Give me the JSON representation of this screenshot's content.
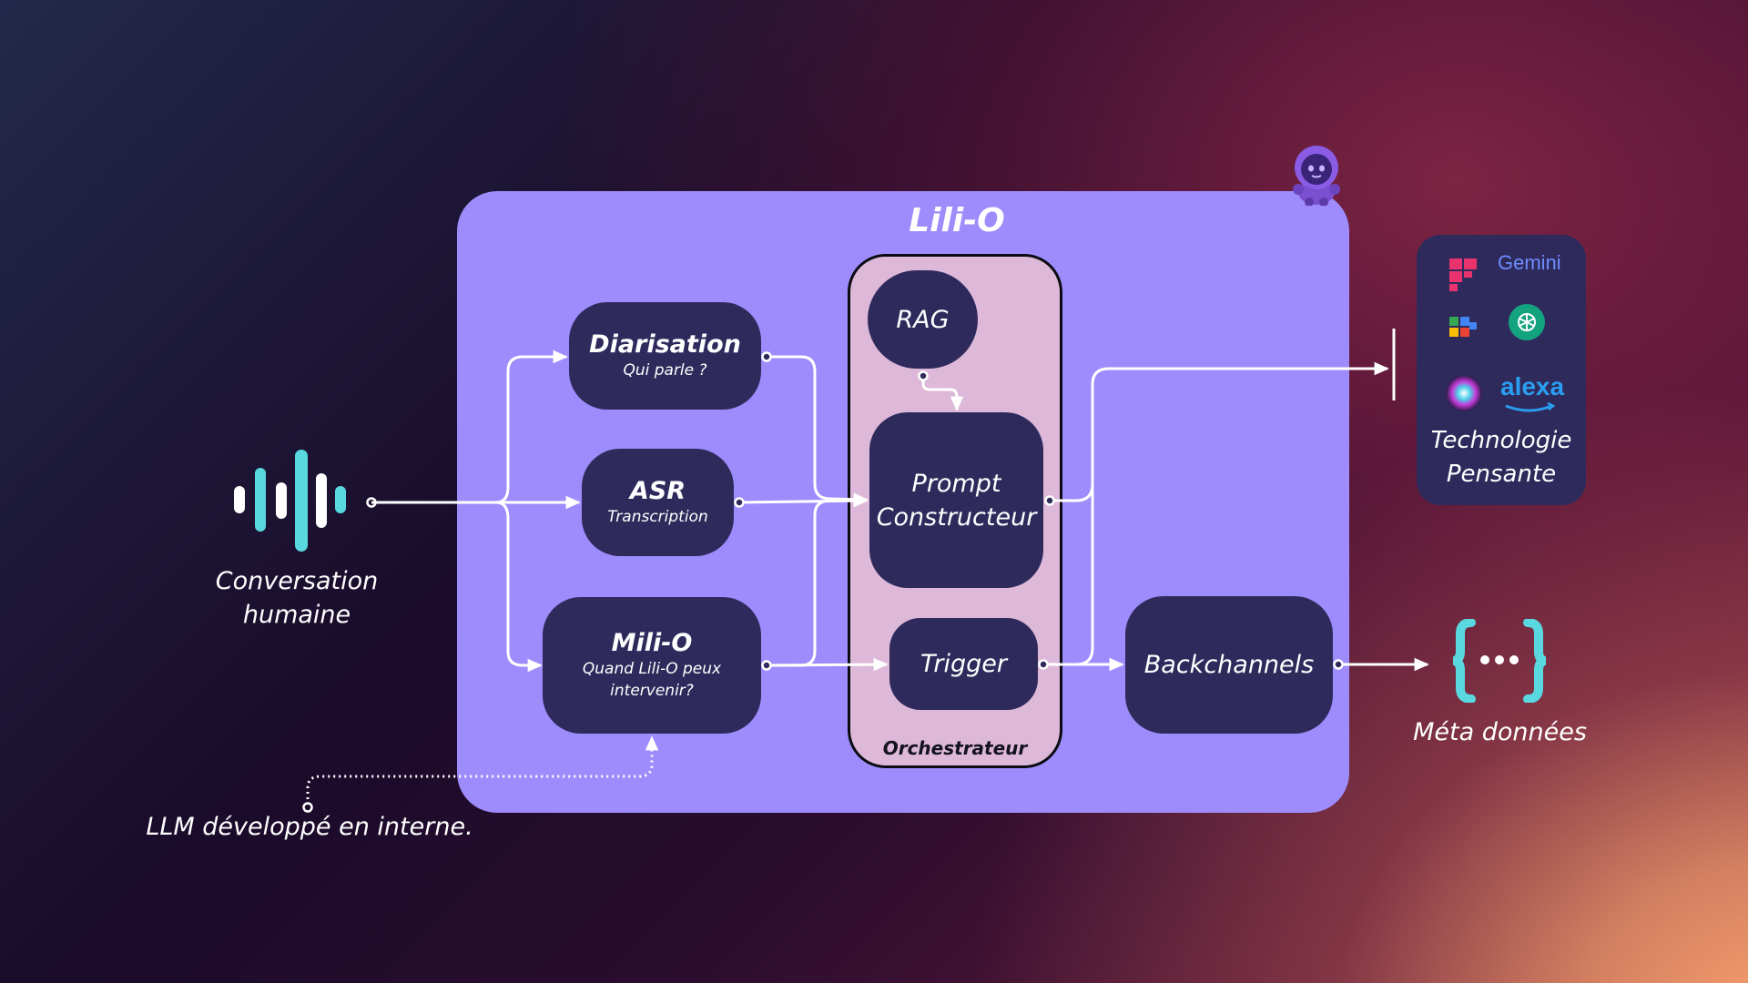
{
  "title": "Lili-O",
  "input": {
    "label_line1": "Conversation",
    "label_line2": "humaine"
  },
  "nodes": {
    "diarisation": {
      "title": "Diarisation",
      "sub": "Qui parle ?"
    },
    "asr": {
      "title": "ASR",
      "sub": "Transcription"
    },
    "milio": {
      "title": "Mili-O",
      "sub_line1": "Quand Lili-O peux",
      "sub_line2": "intervenir?"
    },
    "rag": {
      "label": "RAG"
    },
    "prompt": {
      "label_line1": "Prompt",
      "label_line2": "Constructeur"
    },
    "trigger": {
      "label": "Trigger"
    },
    "backchannels": {
      "label": "Backchannels"
    }
  },
  "orchestrator": {
    "label": "Orchestrateur"
  },
  "llm_note": "LLM développé en interne.",
  "tech": {
    "label_line1": "Technologie",
    "label_line2": "Pensante",
    "logos": [
      "fireflies-logo",
      "Gemini",
      "google-logo",
      "openai-logo",
      "siri-logo",
      "alexa"
    ]
  },
  "meta": {
    "label": "Méta données"
  },
  "colors": {
    "panel": "#9e8cfd",
    "node": "#2e2b5c",
    "orchestrator": "#ddb8d8",
    "accent_cyan": "#5ad8e0"
  }
}
